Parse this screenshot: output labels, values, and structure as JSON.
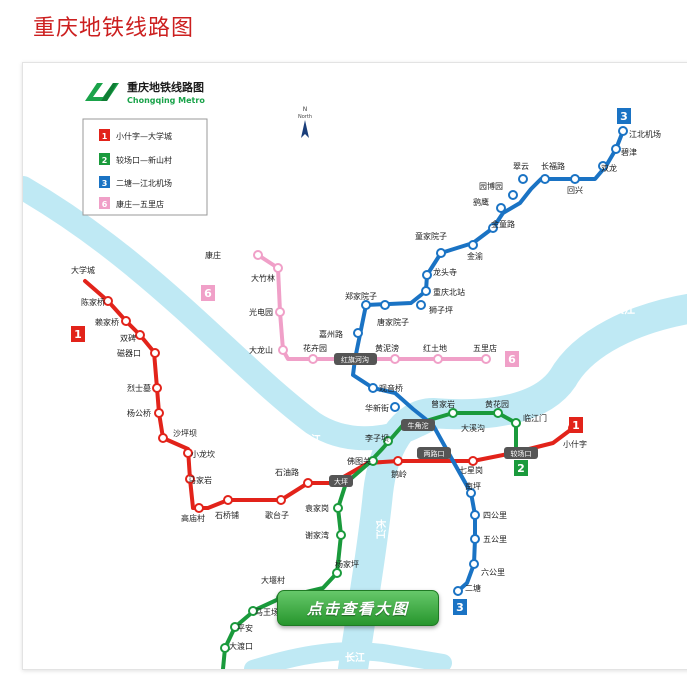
{
  "page": {
    "title": "重庆地铁线路图"
  },
  "logo": {
    "name_cn": "重庆地铁线路图",
    "name_en": "Chongqing Metro"
  },
  "compass": {
    "label": "N",
    "sublabel": "North"
  },
  "legend": [
    {
      "num": "1",
      "text": "小什字—大学城",
      "color": "#e2231a"
    },
    {
      "num": "2",
      "text": "较场口—新山村",
      "color": "#1a9a3c"
    },
    {
      "num": "3",
      "text": "二塘—江北机场",
      "color": "#1a73c4"
    },
    {
      "num": "6",
      "text": "康庄—五里店",
      "color": "#f0a0c8"
    }
  ],
  "lines": [
    {
      "id": "1",
      "color": "#e2231a"
    },
    {
      "id": "2",
      "color": "#1a9a3c"
    },
    {
      "id": "3",
      "color": "#1a73c4"
    },
    {
      "id": "6",
      "color": "#f0a0c8"
    }
  ],
  "stations": {
    "line1": [
      "大学城",
      "陈家桥",
      "赖家桥",
      "双碑",
      "磁器口",
      "烈士墓",
      "杨公桥",
      "沙坪坝",
      "小龙坎",
      "马家岩",
      "高庙村",
      "石桥铺",
      "歌台子",
      "石油路",
      "大坪",
      "鹅岭",
      "两路口",
      "七星岗",
      "较场口",
      "小什字"
    ],
    "line2": [
      "临江门",
      "黄花园",
      "曾家岩",
      "大溪沟",
      "牛角沱",
      "李子坝",
      "佛图关",
      "袁家岗",
      "谢家湾",
      "杨家坪",
      "大堰村",
      "马王场",
      "平安",
      "大渡口"
    ],
    "line3": [
      "江北机场",
      "碧津",
      "双龙",
      "回兴",
      "长福路",
      "翠云",
      "园博园",
      "鹞鹰",
      "金童路",
      "金渝",
      "童家院子",
      "龙头寺",
      "重庆北站",
      "狮子坪",
      "观音桥",
      "华新街",
      "南坪",
      "四公里",
      "五公里",
      "六公里",
      "二塘"
    ],
    "line6": [
      "康庄",
      "大竹林",
      "光电园",
      "大龙山",
      "花卉园",
      "嘉州路",
      "郑家院子",
      "唐家院子",
      "红旗河沟",
      "黄泥滂",
      "红土地",
      "五里店"
    ]
  },
  "rivers": {
    "yangtze_top": "长江",
    "yangtze_mid": "长江",
    "yangtze_bottom": "长江",
    "jialing": "嘉陵江"
  },
  "line_badges": {
    "line1_left": "1",
    "line1_right": "1",
    "line2": "2",
    "line3_top": "3",
    "line3_bottom": "3",
    "line6_left": "6",
    "line6_right": "6"
  },
  "button": {
    "label": "点击查看大图"
  },
  "colors": {
    "title_red": "#cc1f1f",
    "river": "#bfe9f4",
    "button_green": "#2ea533"
  }
}
